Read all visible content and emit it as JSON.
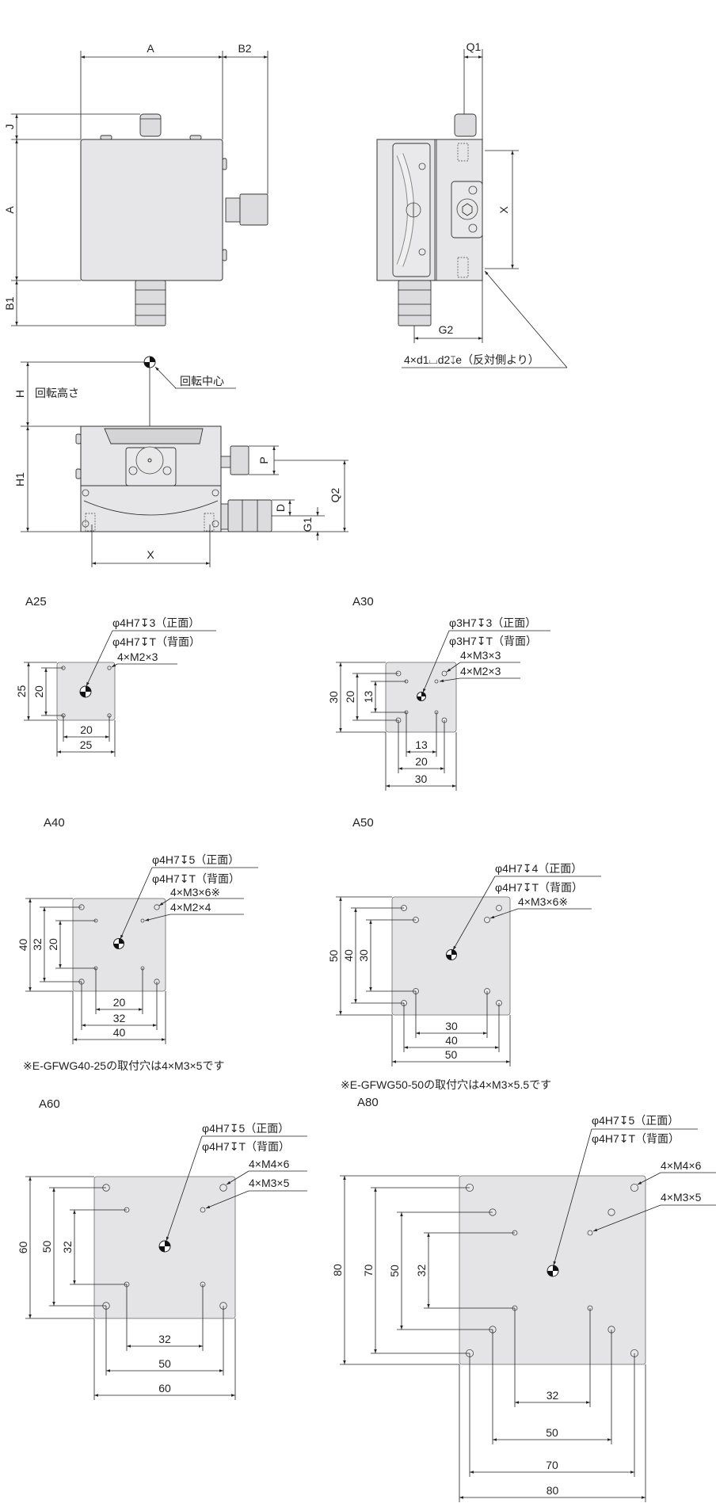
{
  "top_view": {
    "dim_A": "A",
    "dim_B2": "B2",
    "dim_J": "J",
    "dim_A_vertical": "A",
    "dim_B1": "B1"
  },
  "side_view": {
    "dim_Q1": "Q1",
    "dim_X": "X",
    "dim_G2": "G2",
    "hole_callout": "4×d1⌴d2↧e（反対側より）"
  },
  "front_view": {
    "dim_H": "H",
    "rotation_height": "回転高さ",
    "rotation_center": "回転中心",
    "dim_H1": "H1",
    "dim_P": "P",
    "dim_Q2": "Q2",
    "dim_D": "D",
    "dim_G1": "G1",
    "dim_X": "X"
  },
  "plates": [
    {
      "title": "A25",
      "callouts": [
        "φ4H7↧3（正面）",
        "φ4H7↧T（背面）",
        "4×M2×3"
      ],
      "dims": [
        "25",
        "20",
        "20",
        "25"
      ]
    },
    {
      "title": "A30",
      "callouts": [
        "φ3H7↧3（正面）",
        "φ3H7↧T（背面）",
        "4×M3×3",
        "4×M2×3"
      ],
      "dims": [
        "30",
        "20",
        "13",
        "13",
        "20",
        "30"
      ]
    },
    {
      "title": "A40",
      "callouts": [
        "φ4H7↧5（正面）",
        "φ4H7↧T（背面）",
        "4×M3×6※",
        "4×M2×4"
      ],
      "dims": [
        "40",
        "32",
        "20",
        "20",
        "32",
        "40"
      ],
      "note": "※E-GFWG40-25の取付穴は4×M3×5です"
    },
    {
      "title": "A50",
      "callouts": [
        "φ4H7↧4（正面）",
        "φ4H7↧T（背面）",
        "4×M3×6※"
      ],
      "dims": [
        "50",
        "40",
        "30",
        "30",
        "40",
        "50"
      ],
      "note": "※E-GFWG50-50の取付穴は4×M3×5.5です"
    },
    {
      "title": "A60",
      "callouts": [
        "φ4H7↧5（正面）",
        "φ4H7↧T（背面）",
        "4×M4×6",
        "4×M3×5"
      ],
      "dims": [
        "60",
        "50",
        "32",
        "32",
        "50",
        "60"
      ]
    },
    {
      "title": "A80",
      "callouts": [
        "φ4H7↧5（正面）",
        "φ4H7↧T（背面）",
        "4×M4×6",
        "4×M3×5"
      ],
      "dims": [
        "80",
        "70",
        "50",
        "32",
        "32",
        "50",
        "70",
        "80"
      ]
    }
  ]
}
